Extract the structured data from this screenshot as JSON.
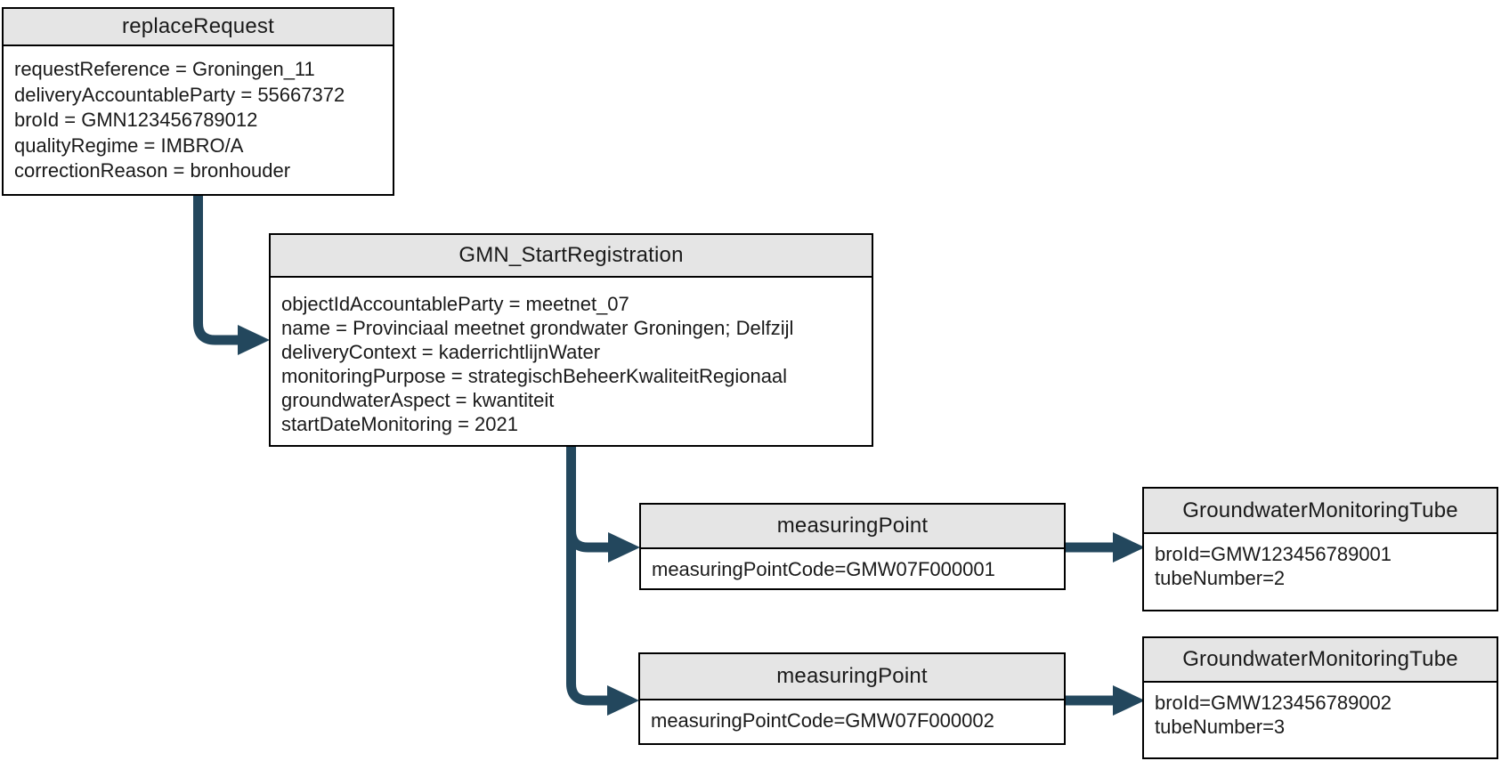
{
  "colors": {
    "arrow": "#23475D",
    "header_fill": "#E5E5E5",
    "border": "#000000",
    "node_fill": "#FFFFFF",
    "background": "#FFFFFF"
  },
  "nodes": {
    "replace_request": {
      "title": "replaceRequest",
      "lines": [
        "requestReference = Groningen_11",
        "deliveryAccountableParty = 55667372",
        "broId = GMN123456789012",
        "qualityRegime = IMBRO/A",
        "correctionReason = bronhouder"
      ]
    },
    "gmn_start_registration": {
      "title": "GMN_StartRegistration",
      "lines": [
        "objectIdAccountableParty = meetnet_07",
        "name = Provinciaal meetnet grondwater Groningen; Delfzijl",
        "deliveryContext = kaderrichtlijnWater",
        "monitoringPurpose = strategischBeheerKwaliteitRegionaal",
        "groundwaterAspect = kwantiteit",
        "startDateMonitoring = 2021"
      ]
    },
    "measuring_point_1": {
      "title": "measuringPoint",
      "lines": [
        "measuringPointCode=GMW07F000001"
      ]
    },
    "tube_1": {
      "title": "GroundwaterMonitoringTube",
      "lines": [
        "broId=GMW123456789001",
        "tubeNumber=2"
      ]
    },
    "measuring_point_2": {
      "title": "measuringPoint",
      "lines": [
        "measuringPointCode=GMW07F000002"
      ]
    },
    "tube_2": {
      "title": "GroundwaterMonitoringTube",
      "lines": [
        "broId=GMW123456789002",
        "tubeNumber=3"
      ]
    }
  }
}
